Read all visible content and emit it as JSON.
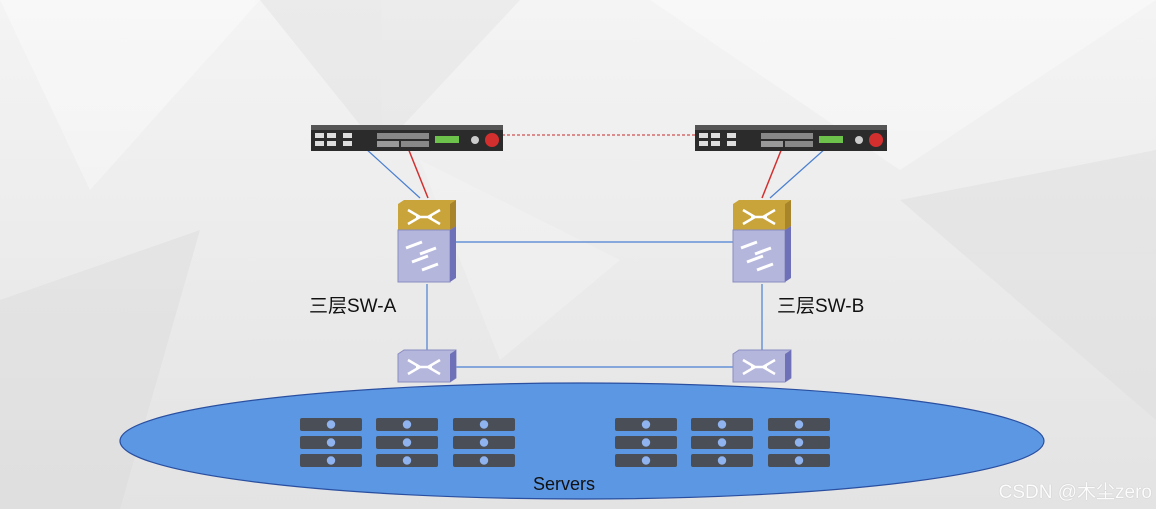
{
  "diagram": {
    "firewalls": [
      {
        "id": "fw-left",
        "logo": "f5-logo"
      },
      {
        "id": "fw-right",
        "logo": "f5-logo"
      }
    ],
    "switches_l3": [
      {
        "id": "l3-a",
        "label": "三层SW-A"
      },
      {
        "id": "l3-b",
        "label": "三层SW-B"
      }
    ],
    "access_switches": [
      {
        "id": "acc-left"
      },
      {
        "id": "acc-right"
      }
    ],
    "server_zone": {
      "label": "Servers",
      "rack_groups": 6,
      "units_per_group": 3
    },
    "links": [
      {
        "from": "fw-left",
        "to": "fw-right",
        "style": "dashed",
        "color": "#c62828"
      },
      {
        "from": "fw-left",
        "to": "l3-a",
        "style": "solid",
        "color": "#d32f2f"
      },
      {
        "from": "fw-left",
        "to": "l3-a",
        "style": "solid",
        "color": "#4a7fd1"
      },
      {
        "from": "fw-right",
        "to": "l3-b",
        "style": "solid",
        "color": "#d32f2f"
      },
      {
        "from": "fw-right",
        "to": "l3-b",
        "style": "solid",
        "color": "#4a7fd1"
      },
      {
        "from": "l3-a",
        "to": "l3-b",
        "style": "solid",
        "color": "#4a7fd1"
      },
      {
        "from": "l3-a",
        "to": "acc-left",
        "style": "solid",
        "color": "#4a7fd1"
      },
      {
        "from": "l3-b",
        "to": "acc-right",
        "style": "solid",
        "color": "#4a7fd1"
      },
      {
        "from": "acc-left",
        "to": "acc-right",
        "style": "solid",
        "color": "#4a7fd1"
      }
    ],
    "colors": {
      "ellipse_fill": "#5b97e3",
      "ellipse_stroke": "#2a4fa0",
      "switch_top": "#c9a43a",
      "switch_body": "#b4b6dc",
      "server_unit": "#4a4f57"
    }
  },
  "watermark": "CSDN @木尘zero"
}
